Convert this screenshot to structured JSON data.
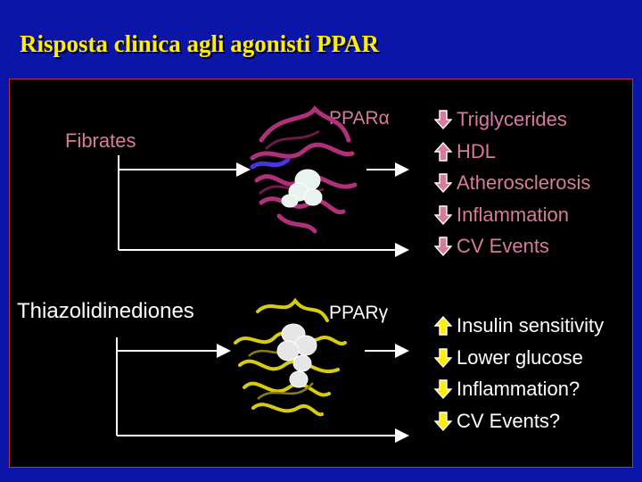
{
  "title": "Risposta clinica agli agonisti PPAR",
  "alpha": {
    "drug": "Fibrates",
    "receptor": "PPARα",
    "color": "#d77aa0",
    "effects": [
      {
        "label": "Triglycerides",
        "direction": "down"
      },
      {
        "label": "HDL",
        "direction": "up"
      },
      {
        "label": "Atherosclerosis",
        "direction": "down"
      },
      {
        "label": "Inflammation",
        "direction": "down"
      },
      {
        "label": "CV Events",
        "direction": "down"
      }
    ]
  },
  "gamma": {
    "drug": "Thiazolidinediones",
    "receptor": "PPARγ",
    "color": "#ffee00",
    "effects": [
      {
        "label": "Insulin sensitivity",
        "direction": "up"
      },
      {
        "label": "Lower glucose",
        "direction": "down"
      },
      {
        "label": "Inflammation?",
        "direction": "down"
      },
      {
        "label": "CV Events?",
        "direction": "down"
      }
    ]
  }
}
